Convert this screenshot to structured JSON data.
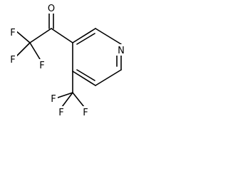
{
  "molecule": {
    "atoms": {
      "o": "O",
      "n": "N",
      "f1": "F",
      "f2": "F",
      "f3": "F",
      "f4": "F",
      "f5": "F",
      "f6": "F"
    }
  }
}
